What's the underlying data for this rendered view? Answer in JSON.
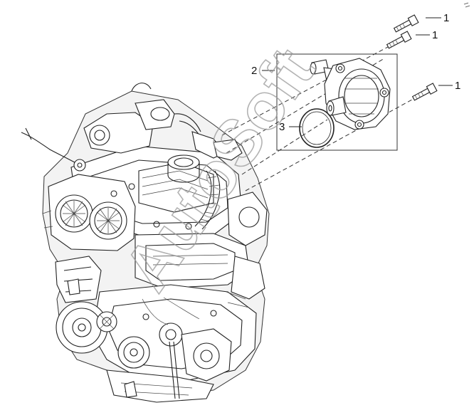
{
  "diagram": {
    "callouts": {
      "bolt_top": "1",
      "bolt_second": "1",
      "bolt_right": "1",
      "assembly_box": "2",
      "seal_ring": "3"
    },
    "watermark": "AutoSoft",
    "colors": {
      "line": "#222222",
      "background": "#ffffff",
      "watermark": "#9a9a9a"
    }
  }
}
